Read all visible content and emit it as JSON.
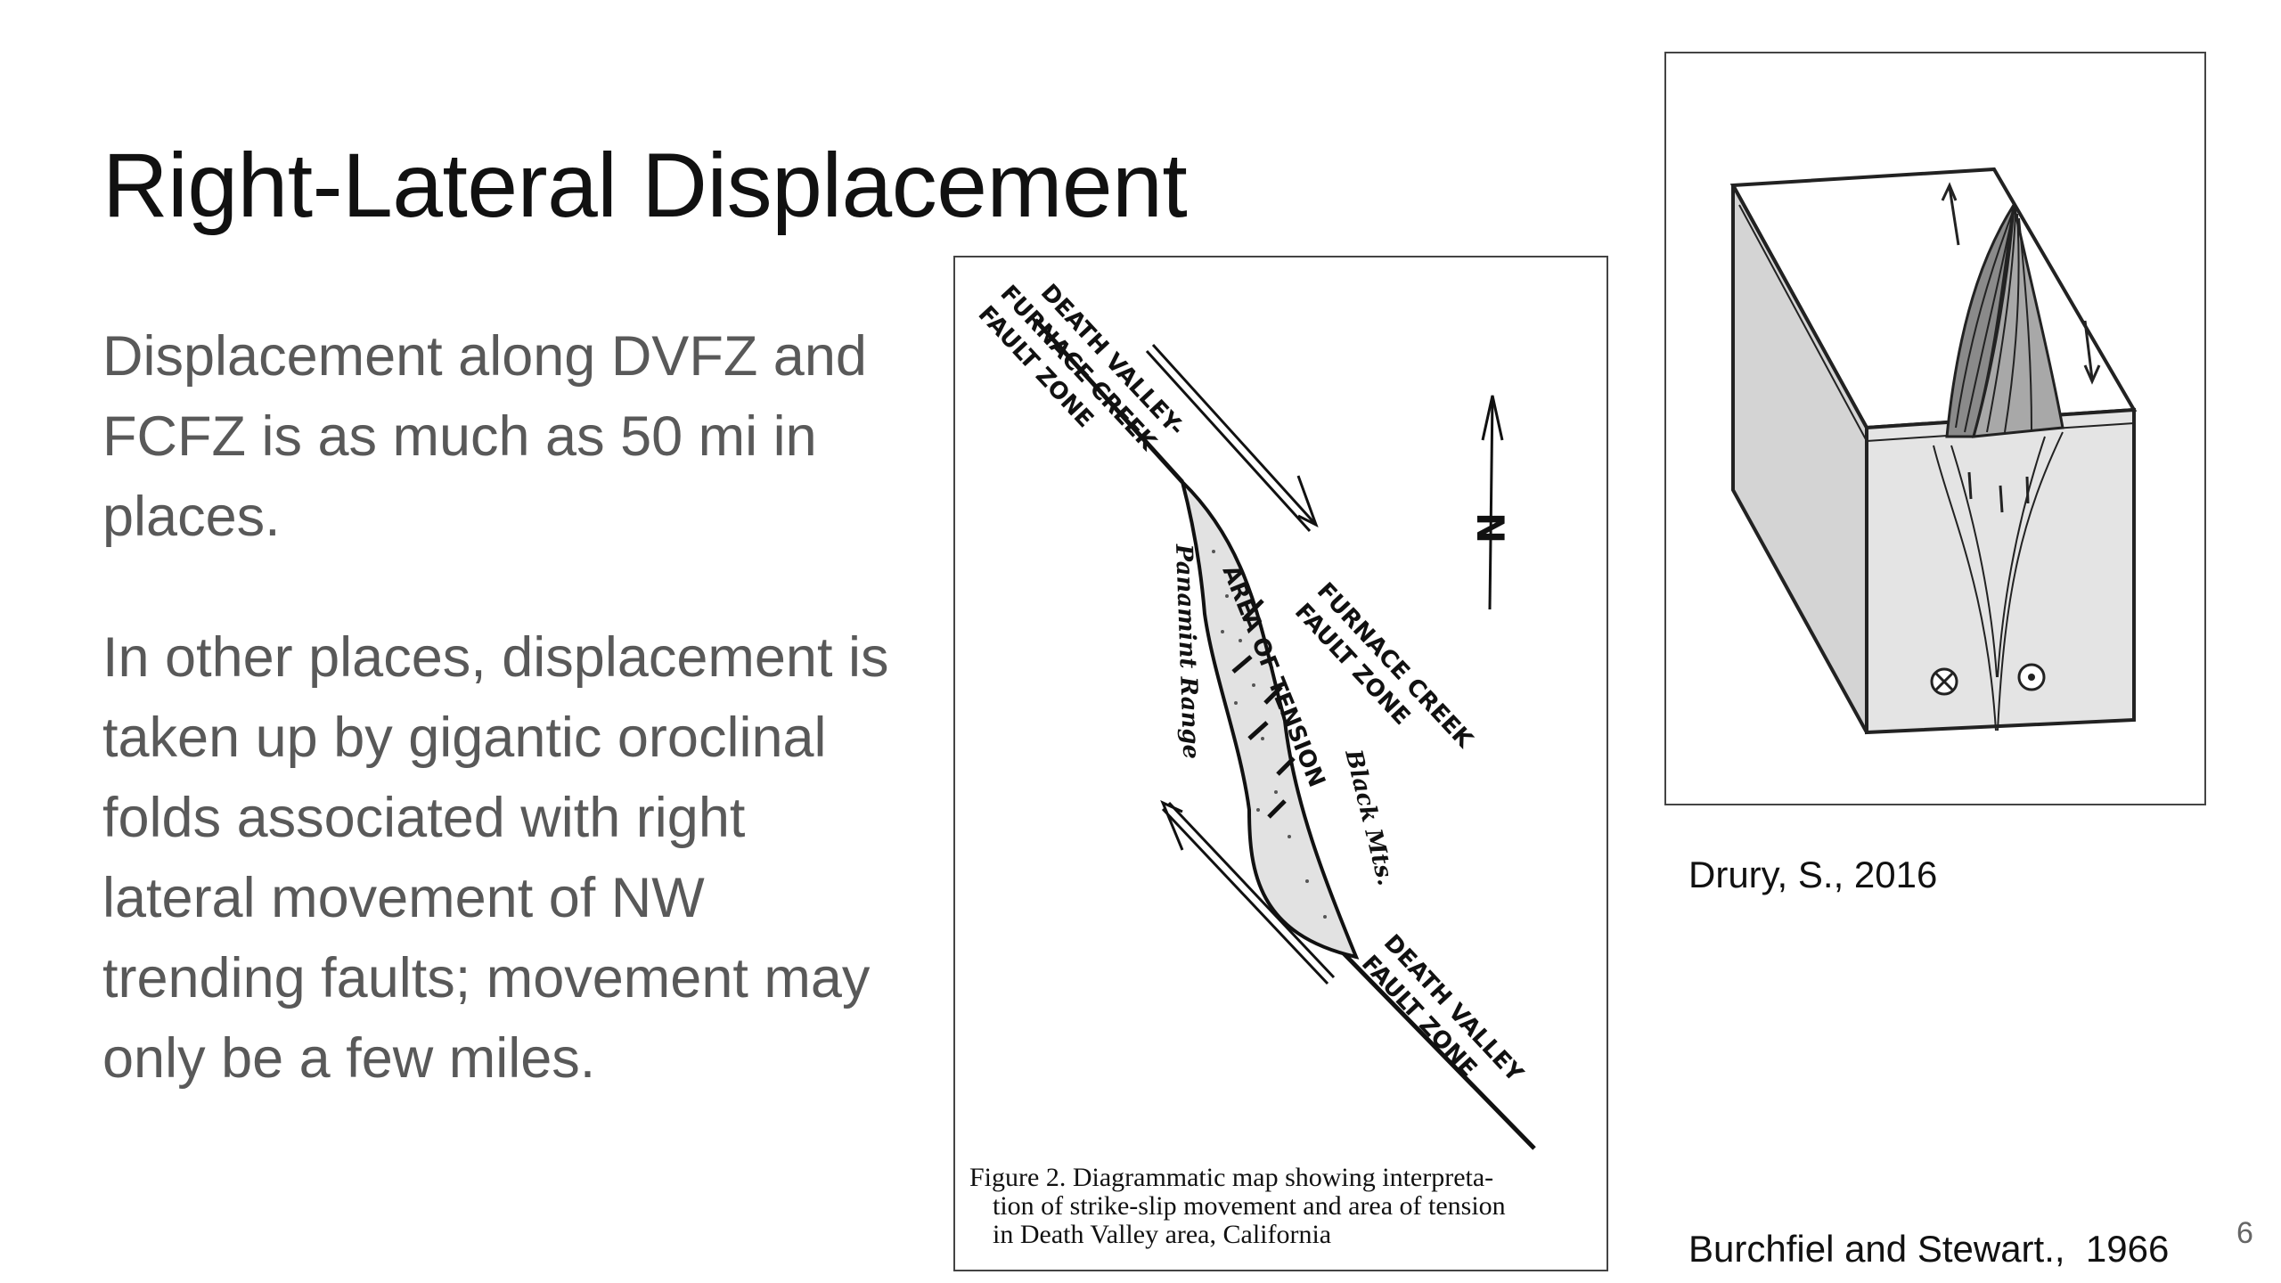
{
  "slide": {
    "title": "Right-Lateral Displacement",
    "paragraphs": [
      "Displacement along DVFZ and FCFZ is as much as 50 mi in places.",
      "In other places, displacement is taken up by gigantic oroclinal folds associated with right lateral movement of NW trending faults; movement may only be a few miles."
    ],
    "page_number": "6"
  },
  "map_figure": {
    "labels": {
      "dv_fc_line1": "DEATH VALLEY-",
      "dv_fc_line2": "FURNACE CREEK",
      "dv_fc_line3": "FAULT ZONE",
      "panamint": "Panamint Range",
      "tension_area": "AREA OF TENSION",
      "fc_line1": "FURNACE CREEK",
      "fc_line2": "FAULT ZONE",
      "black_mts": "Black Mts.",
      "dv_line1": "DEATH VALLEY",
      "dv_line2": "FAULT ZONE",
      "north": "N"
    },
    "caption_lines": [
      "Figure 2.   Diagrammatic map showing interpreta-",
      "tion of strike-slip movement and area of tension",
      "in Death Valley area, California"
    ],
    "credit": "Burchfiel and Stewart.,  1966"
  },
  "block_figure": {
    "credit": "Drury, S., 2016"
  }
}
